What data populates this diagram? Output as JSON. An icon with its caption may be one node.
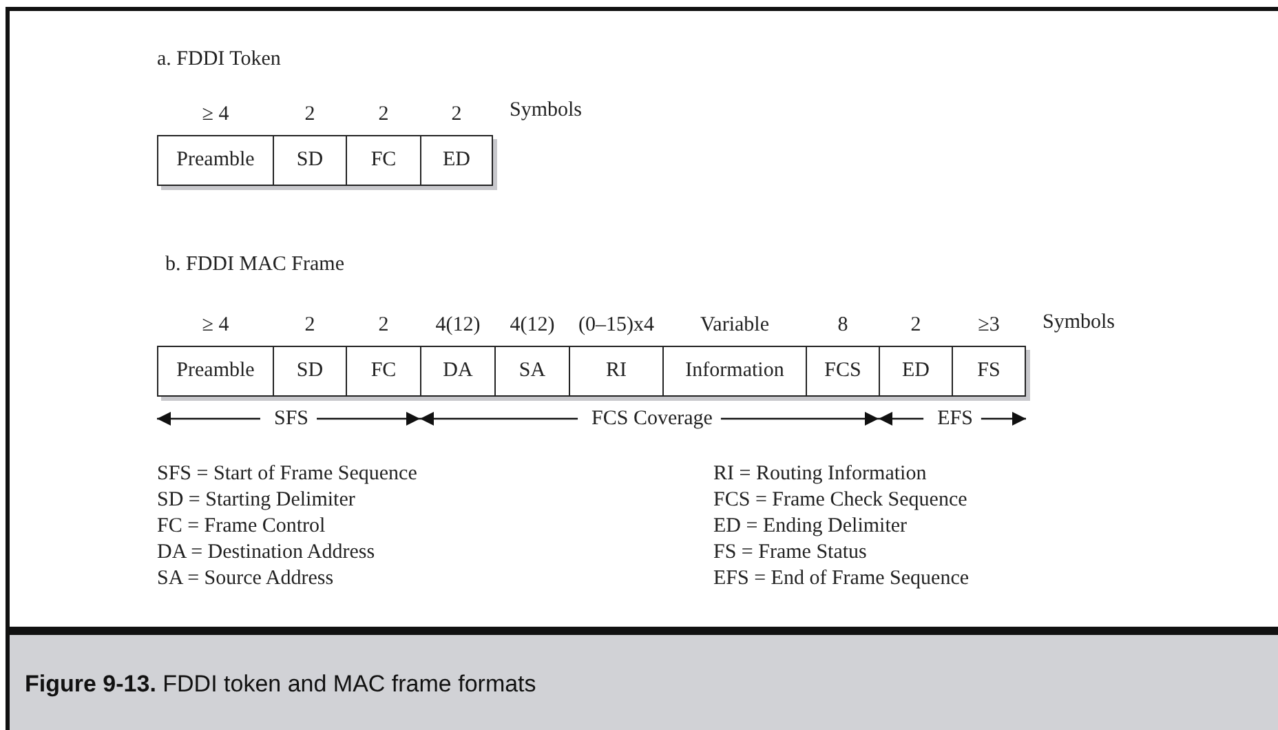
{
  "diagram": {
    "caption": "**Figure 9-13.** FDDI token and MAC frame formats",
    "nodes": [
      {
        "text": [
          "Preamble"
        ],
        "beside": [
          "≥ 4"
        ]
      },
      {
        "text": [
          "SD"
        ],
        "beside": [
          "2"
        ]
      },
      {
        "text": [
          "FC"
        ],
        "beside": [
          "2"
        ]
      },
      {
        "text": [
          "ED"
        ],
        "beside": [
          "2"
        ]
      },
      {
        "text": [
          "Preamble"
        ],
        "beside": [
          "≥ 4"
        ]
      },
      {
        "text": [
          "SD"
        ],
        "beside": [
          "2"
        ]
      },
      {
        "text": [
          "FC"
        ],
        "beside": [
          "2"
        ]
      },
      {
        "text": [
          "DA"
        ],
        "beside": [
          "4(12)"
        ]
      },
      {
        "text": [
          "SA"
        ],
        "beside": [
          "4(12)"
        ]
      },
      {
        "text": [
          "RI"
        ],
        "beside": [
          "(0–15)x4"
        ]
      },
      {
        "text": [
          "Information"
        ],
        "beside": [
          "Variable"
        ]
      },
      {
        "text": [
          "FCS"
        ],
        "beside": [
          "8"
        ]
      },
      {
        "text": [
          "ED"
        ],
        "beside": [
          "2"
        ]
      },
      {
        "text": [
          "FS"
        ],
        "beside": [
          "≥3"
        ]
      }
    ],
    "labels": [
      "a. FDDI Token",
      "Symbols",
      "b. FDDI MAC Frame",
      "Symbols",
      "SFS",
      "FCS Coverage",
      "EFS",
      "SFS = Start of Frame Sequence",
      "SD = Starting Delimiter",
      "FC = Frame Control",
      "DA = Destination Address",
      "SA = Source Address",
      "RI = Routing Information",
      "FCS = Frame Check Sequence",
      "ED = Ending Delimiter",
      "FS = Frame Status",
      "EFS = End of Frame Sequence"
    ]
  }
}
